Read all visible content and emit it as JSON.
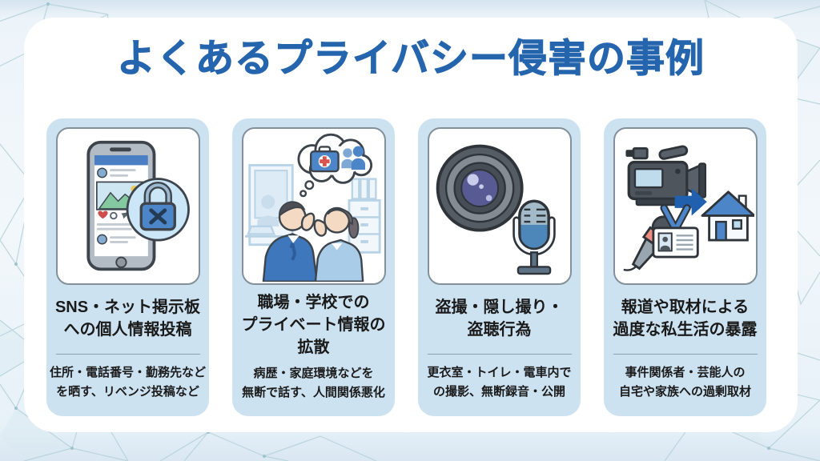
{
  "slide": {
    "title": "よくあるプライバシー侵害の事例"
  },
  "cards": [
    {
      "icon": "smartphone-sns-lock-icon",
      "title": "SNS・ネット掲示板\nへの個人情報投稿",
      "has_divider": true,
      "description": "住所・電話番号・勤務先など\nを晒す、リベンジ投稿など"
    },
    {
      "icon": "whispering-coworkers-icon",
      "title": "職場・学校での\nプライベート情報の\n拡散",
      "has_divider": false,
      "description": "病歴・家庭環境などを\n無断で話す、人間関係悪化"
    },
    {
      "icon": "camera-lens-microphone-icon",
      "title": "盗撮・隠し撮り・\n盗聴行為",
      "has_divider": true,
      "description": "更衣室・トイレ・電車内で\nの撮影、無断録音・公開"
    },
    {
      "icon": "press-camera-badge-house-icon",
      "title": "報道や取材による\n過度な私生活の暴露",
      "has_divider": true,
      "description": "事件関係者・芸能人の\n自宅や家族への過剰取材"
    }
  ],
  "colors": {
    "title_blue": "#2565ad",
    "card_background": "#cde2f1",
    "panel_background": "#ffffff",
    "outer_background": "#e9f1f8",
    "mesh_line": "#b7d2da",
    "body_text": "#1a1a1a",
    "divider": "#8aa0ae",
    "accent_blue": "#4c86c8",
    "accent_red": "#d9534f",
    "accent_coral": "#ef8d82"
  }
}
